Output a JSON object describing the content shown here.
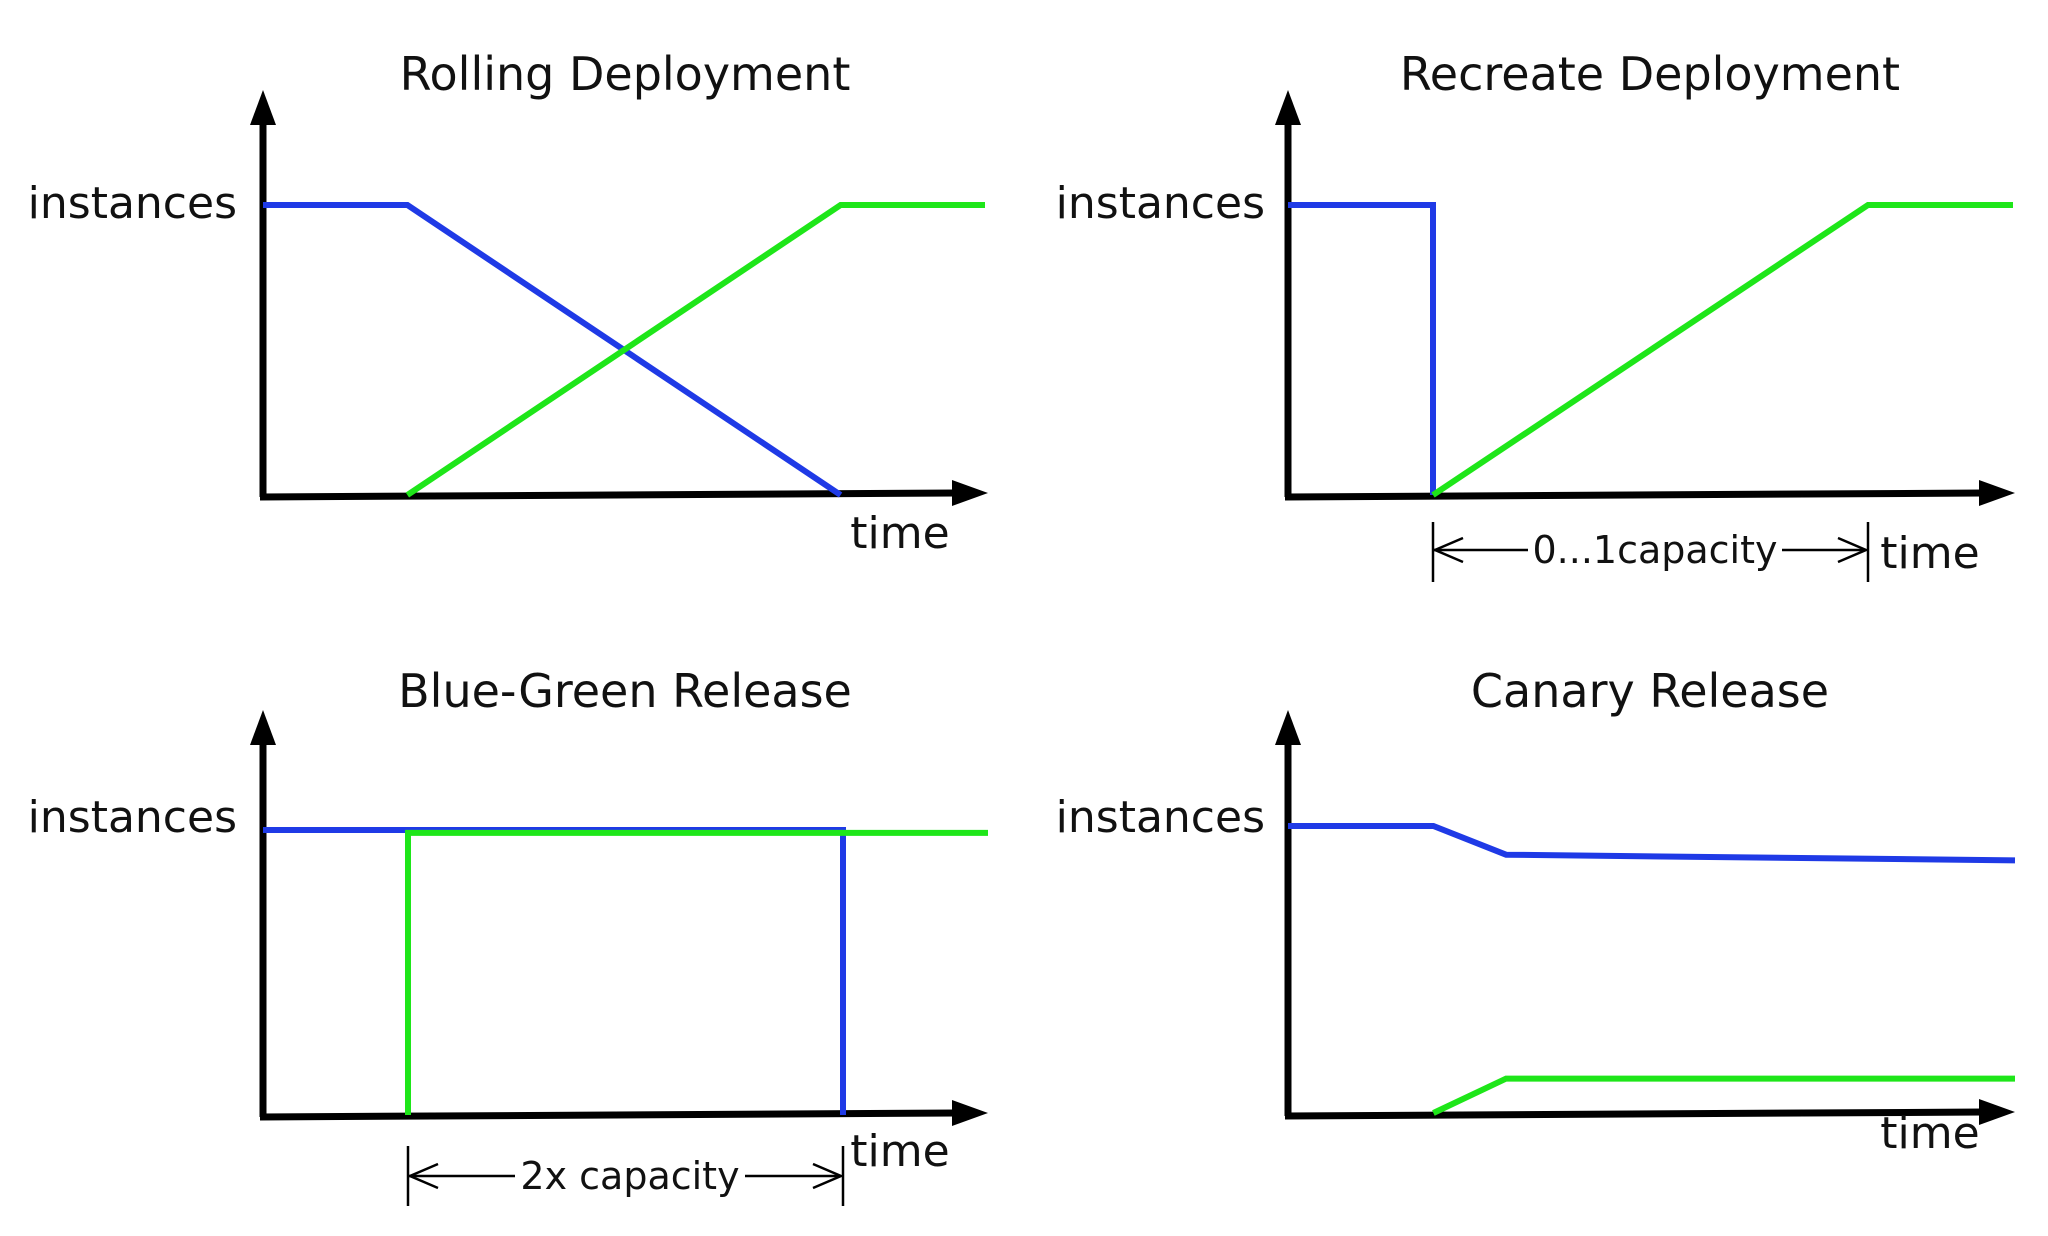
{
  "colors": {
    "old_version": "#1f3ae6",
    "new_version": "#1ee619",
    "axis": "#000000"
  },
  "panels": [
    {
      "title": "Rolling Deployment",
      "ylabel": "instances",
      "xlabel": "time",
      "chart_data": {
        "type": "line",
        "series": [
          {
            "color": "old_version",
            "points": [
              [
                0,
                1.0
              ],
              [
                0.2,
                1.0
              ],
              [
                0.8,
                0.0
              ]
            ]
          },
          {
            "color": "new_version",
            "points": [
              [
                0.2,
                0.0
              ],
              [
                0.8,
                1.0
              ],
              [
                1.0,
                1.0
              ]
            ]
          }
        ]
      }
    },
    {
      "title": "Recreate Deployment",
      "ylabel": "instances",
      "xlabel": "time",
      "annotation": {
        "text": "0...1capacity",
        "span": [
          0.2,
          0.8
        ]
      },
      "chart_data": {
        "type": "line",
        "series": [
          {
            "color": "old_version",
            "points": [
              [
                0,
                1.0
              ],
              [
                0.2,
                1.0
              ],
              [
                0.2,
                0.0
              ]
            ]
          },
          {
            "color": "new_version",
            "points": [
              [
                0.2,
                0.0
              ],
              [
                0.8,
                1.0
              ],
              [
                1.0,
                1.0
              ]
            ]
          }
        ]
      }
    },
    {
      "title": "Blue-Green Release",
      "ylabel": "instances",
      "xlabel": "time",
      "annotation": {
        "text": "2x capacity",
        "span": [
          0.2,
          0.8
        ]
      },
      "chart_data": {
        "type": "line",
        "series": [
          {
            "color": "old_version",
            "points": [
              [
                0,
                1.0
              ],
              [
                0.8,
                1.0
              ],
              [
                0.8,
                0.0
              ]
            ]
          },
          {
            "color": "new_version",
            "points": [
              [
                0.2,
                0.0
              ],
              [
                0.2,
                0.99
              ],
              [
                1.0,
                0.99
              ]
            ]
          }
        ]
      }
    },
    {
      "title": "Canary Release",
      "ylabel": "instances",
      "xlabel": "time",
      "chart_data": {
        "type": "line",
        "series": [
          {
            "color": "old_version",
            "points": [
              [
                0,
                1.0
              ],
              [
                0.2,
                1.0
              ],
              [
                0.3,
                0.9
              ],
              [
                1.0,
                0.88
              ]
            ]
          },
          {
            "color": "new_version",
            "points": [
              [
                0.2,
                0.0
              ],
              [
                0.3,
                0.12
              ],
              [
                1.0,
                0.12
              ]
            ]
          }
        ]
      }
    }
  ]
}
